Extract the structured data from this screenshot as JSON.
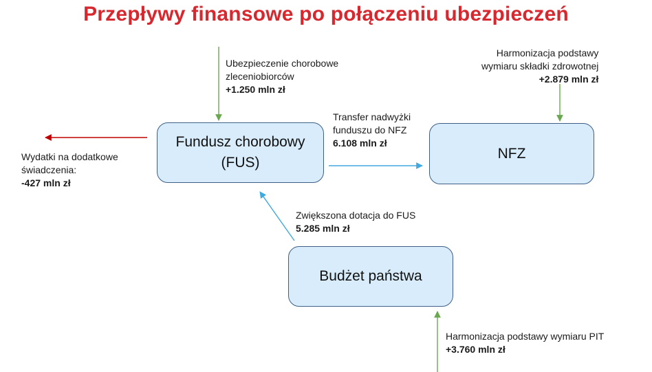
{
  "title": "Przepływy finansowe po połączeniu ubezpieczeń",
  "nodes": {
    "fus": {
      "line1": "Fundusz chorobowy",
      "line2": "(FUS)"
    },
    "nfz": {
      "label": "NFZ"
    },
    "budget": {
      "label": "Budżet państwa"
    }
  },
  "flows": {
    "sickness_contractors": {
      "line1": "Ubezpieczenie chorobowe",
      "line2": "zleceniobiorców",
      "amount": "+1.250 mln zł"
    },
    "harmonization_health": {
      "line1": "Harmonizacja podstawy",
      "line2": "wymiaru składki zdrowotnej",
      "amount": "+2.879 mln zł"
    },
    "surplus_transfer": {
      "line1": "Transfer nadwyżki",
      "line2": "funduszu do NFZ",
      "amount": "6.108 mln zł"
    },
    "extra_benefits": {
      "line1": "Wydatki na dodatkowe",
      "line2": "świadczenia:",
      "amount": "-427 mln zł"
    },
    "subsidy_fus": {
      "line1": "Zwiększona dotacja do FUS",
      "amount": "5.285 mln zł"
    },
    "harmonization_pit": {
      "line1": "Harmonizacja podstawy wymiaru PIT",
      "amount": "+3.760 mln zł"
    }
  },
  "colors": {
    "title": "#d7282f",
    "box_fill": "#d8ecfb",
    "box_border": "#3d5f86",
    "arrow_inflow": "#6aa84f",
    "arrow_outflow": "#c00000",
    "arrow_transfer": "#3fa9e0"
  }
}
